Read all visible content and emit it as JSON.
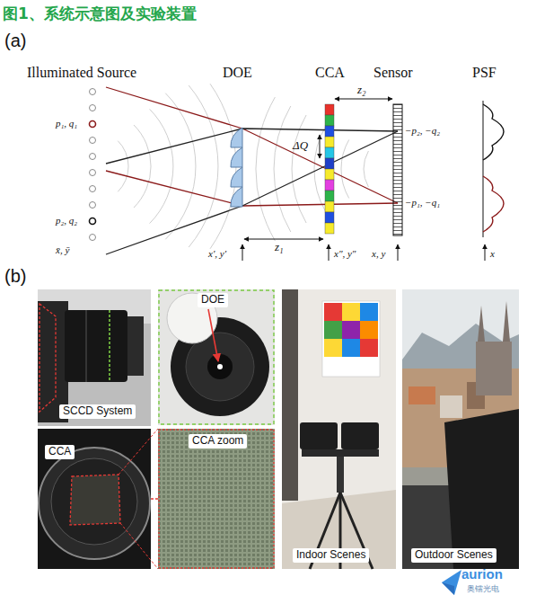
{
  "diagram": {
    "title": "图1、系统示意图及实验装置",
    "nodes": [
      {
        "text": [
          "SCCD System"
        ]
      },
      {
        "text": [
          "DOE"
        ]
      },
      {
        "text": [
          "Indoor Scenes"
        ]
      },
      {
        "text": [
          "Outdoor Scenes"
        ]
      },
      {
        "text": [
          "CCA"
        ]
      },
      {
        "text": [
          "CCA zoom"
        ]
      }
    ],
    "edges": [
      {
        "from": 4,
        "to": 5,
        "arrow": "none"
      }
    ],
    "labels": [
      "(a)",
      "Illuminated Source",
      "DOE",
      "CCA",
      "Sensor",
      "PSF",
      "z₂",
      "p₁, q₁",
      "ΔQ",
      "−p₂, −q₂",
      "p₂, q₂",
      "−p₁, −q₁",
      "x̄, ȳ",
      "x′, y′",
      "z₁",
      "x″, y″",
      "x, y",
      "x",
      "(b)",
      "aurion",
      "奥镭光电"
    ]
  }
}
